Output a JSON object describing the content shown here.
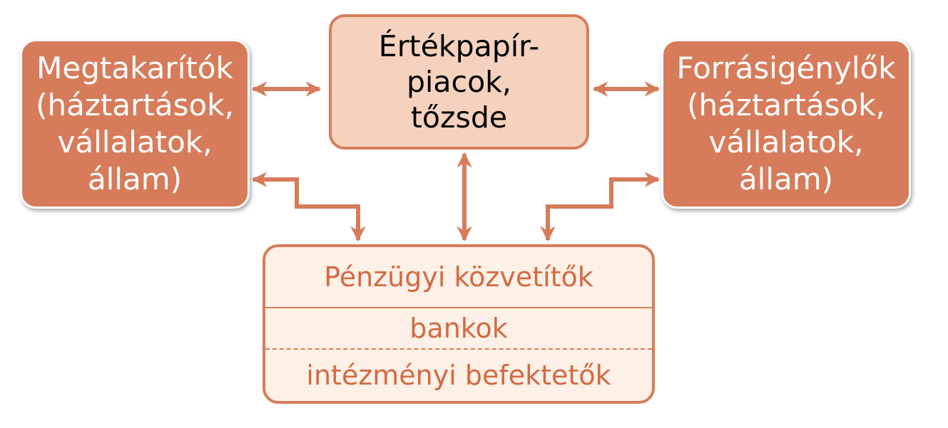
{
  "diagram": {
    "savers": {
      "lines": [
        "Megtakarítók",
        "(háztartások,",
        "vállalatok,",
        "állam)"
      ]
    },
    "market": {
      "lines": [
        "Értékpapír-",
        "piacok,",
        "tőzsde"
      ]
    },
    "demanders": {
      "lines": [
        "Forrásigénylők",
        "(háztartások,",
        "vállalatok,",
        "állam)"
      ]
    },
    "intermediaries": {
      "title": "Pénzügyi közvetítők",
      "banks": "bankok",
      "institutional": "intézményi befektetők"
    },
    "colors": {
      "dark": "#d67c5b",
      "mid": "#f5d2bd",
      "light": "#fdf0e6",
      "text_accent": "#d16a44"
    }
  }
}
